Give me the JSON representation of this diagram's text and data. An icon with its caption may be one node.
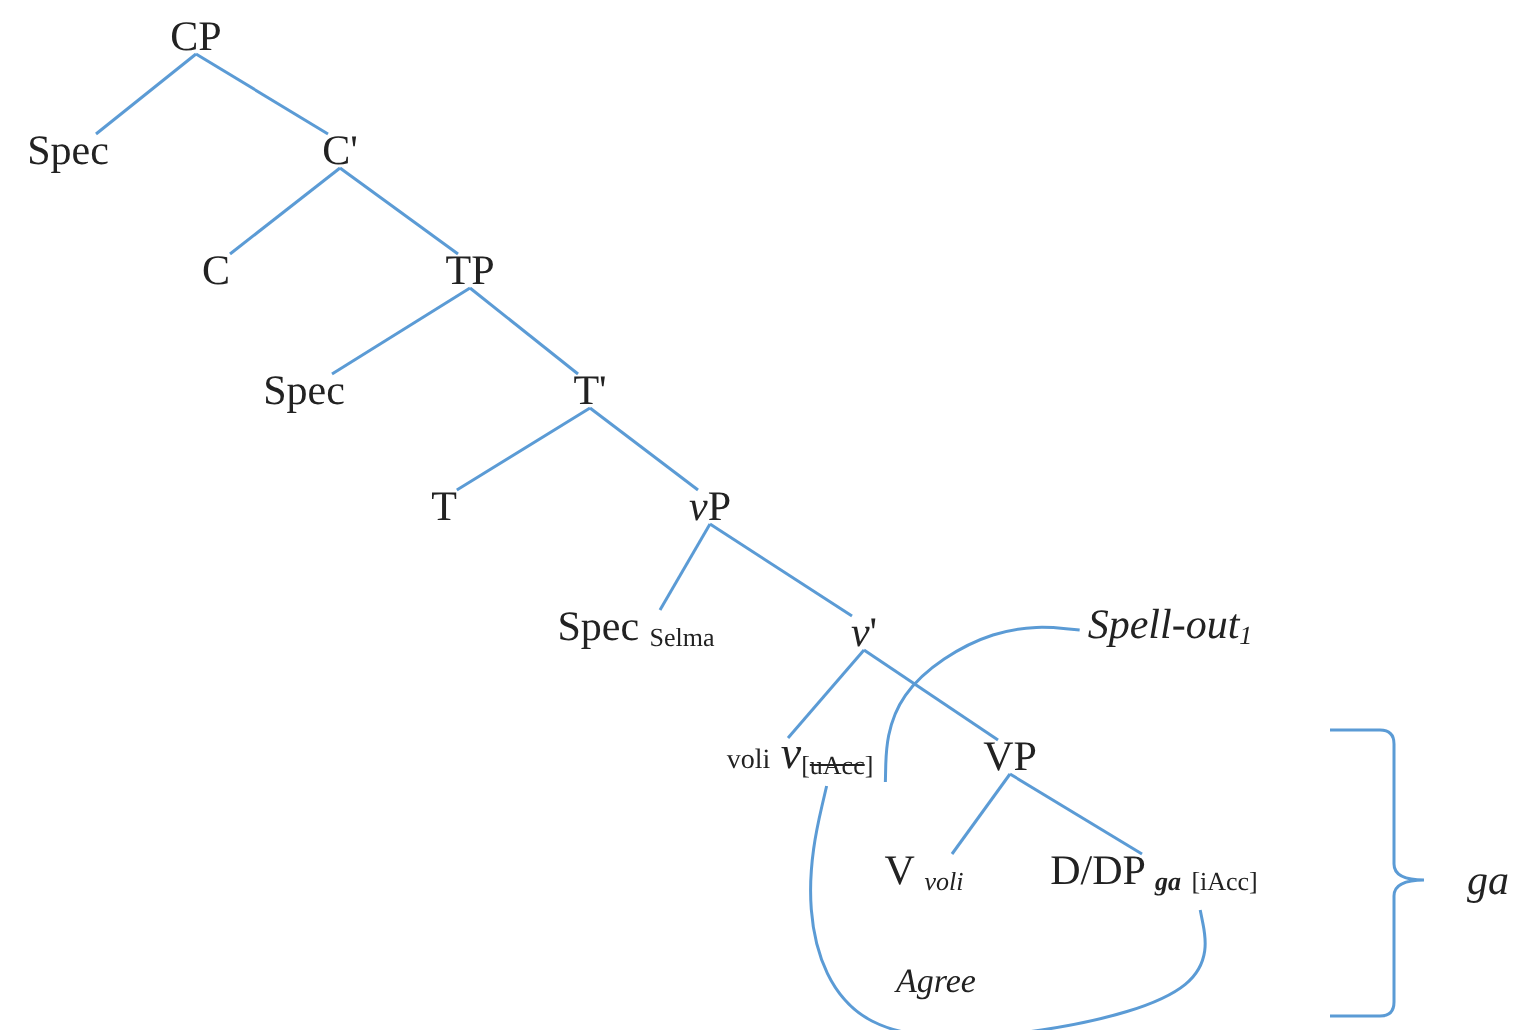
{
  "diagram": {
    "nodes": [
      {
        "text": [
          "CP"
        ]
      },
      {
        "text": [
          "Spec"
        ]
      },
      {
        "text": [
          "C'"
        ]
      },
      {
        "text": [
          "C"
        ]
      },
      {
        "text": [
          "TP"
        ]
      },
      {
        "text": [
          "Spec"
        ]
      },
      {
        "text": [
          "T'"
        ]
      },
      {
        "text": [
          "T"
        ]
      },
      {
        "text": [
          "*v*",
          "P"
        ]
      },
      {
        "text": [
          "Spec $_{Selma}$"
        ]
      },
      {
        "text": [
          "*v*",
          "'"
        ]
      },
      {
        "text": [
          "Spell-out$_{1}$"
        ]
      },
      {
        "text": [
          "voli",
          "*v*",
          "[",
          "uAcc",
          "]"
        ]
      },
      {
        "text": [
          "VP"
        ]
      },
      {
        "text": [
          "V $_{voli}$"
        ]
      },
      {
        "text": [
          "D/DP $_{ga}$ $_{[iAcc]}$"
        ]
      },
      {
        "text": [
          "ga"
        ]
      }
    ],
    "edges": [
      {
        "from": 0,
        "to": 1,
        "arrow": "none"
      },
      {
        "from": 0,
        "to": 2,
        "arrow": "none"
      },
      {
        "from": 2,
        "to": 3,
        "arrow": "none"
      },
      {
        "from": 2,
        "to": 4,
        "arrow": "none"
      },
      {
        "from": 4,
        "to": 5,
        "arrow": "none"
      },
      {
        "from": 4,
        "to": 6,
        "arrow": "none"
      },
      {
        "from": 6,
        "to": 7,
        "arrow": "none"
      },
      {
        "from": 6,
        "to": 8,
        "arrow": "none"
      },
      {
        "from": 8,
        "to": 9,
        "arrow": "none"
      },
      {
        "from": 8,
        "to": 10,
        "arrow": "none"
      },
      {
        "from": 10,
        "to": 12,
        "arrow": "none"
      },
      {
        "from": 10,
        "to": 13,
        "arrow": "none"
      },
      {
        "from": 13,
        "to": 14,
        "arrow": "none"
      },
      {
        "from": 13,
        "to": 15,
        "arrow": "none"
      },
      {
        "from": 12,
        "to": 15,
        "arrow": "none",
        "label": "Agree"
      },
      {
        "from": 11,
        "to": 12,
        "arrow": "none"
      }
    ]
  }
}
